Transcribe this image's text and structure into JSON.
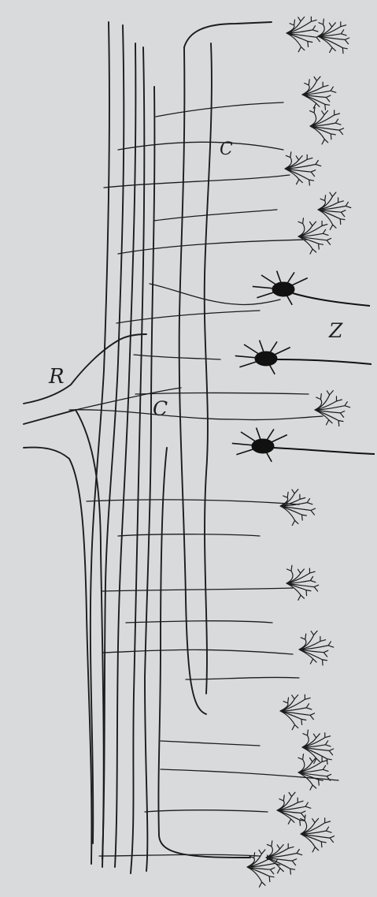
{
  "figure": {
    "labels": {
      "r": "R",
      "c_upper": "C",
      "c_lower": "C",
      "z": "Z"
    },
    "colors": {
      "background": "#d9dadc",
      "ink": "#1c1c1c",
      "cell_body": "#111111"
    },
    "elements": {
      "label_letters": 4,
      "neuron_cell_bodies": 3,
      "terminal_arborizations": 18
    }
  }
}
